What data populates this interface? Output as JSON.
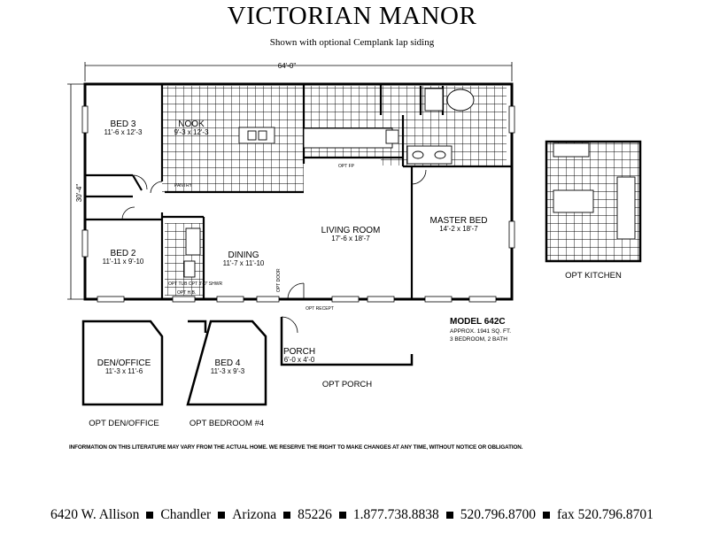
{
  "header": {
    "title": "VICTORIAN MANOR",
    "subtitle": "Shown with optional Cemplank lap siding"
  },
  "dimensions": {
    "width": "64'-0\"",
    "depth": "30'-4\""
  },
  "rooms": {
    "bed3": {
      "name": "BED 3",
      "size": "11'-6 x 12'-3"
    },
    "nook": {
      "name": "NOOK",
      "size": "9'-3 x 12'-3"
    },
    "bed2": {
      "name": "BED 2",
      "size": "11'-11 x 9'-10"
    },
    "dining": {
      "name": "DINING",
      "size": "11'-7 x 11'-10"
    },
    "living": {
      "name": "LIVING ROOM",
      "size": "17'-6 x 18'-7"
    },
    "master": {
      "name": "MASTER BED",
      "size": "14'-2 x 18'-7"
    },
    "den": {
      "name": "DEN/OFFICE",
      "size": "11'-3 x 11'-6"
    },
    "bed4": {
      "name": "BED 4",
      "size": "11'-3 x 9'-3"
    },
    "porch": {
      "name": "PORCH",
      "size": "6'-0 x 4'-0"
    }
  },
  "small_labels": {
    "opt_recept": "OPT RECEPT",
    "opt_hb": "OPT H.B.",
    "opt_tub_shwr": "OPT TUB OPT 3'-0\" SHWR",
    "opt_door": "OPT DOOR",
    "opt_fp": "OPT FP",
    "pantry": "PANTRY"
  },
  "options": {
    "kitchen": "OPT KITCHEN",
    "den": "OPT DEN/OFFICE",
    "bedroom4": "OPT BEDROOM #4",
    "porch": "OPT PORCH"
  },
  "model": {
    "number": "MODEL 642C",
    "sqft": "APPROX. 1941 SQ. FT.",
    "rooms": "3 BEDROOM, 2 BATH"
  },
  "disclaimer": "INFORMATION ON THIS LITERATURE MAY VARY FROM THE ACTUAL HOME.  WE RESERVE THE RIGHT TO MAKE CHANGES AT ANY TIME, WITHOUT NOTICE OR OBLIGATION.",
  "contact": {
    "address": "6420 W. Allison",
    "city": "Chandler",
    "state": "Arizona",
    "zip": "85226",
    "phone1": "1.877.738.8838",
    "phone2": "520.796.8700",
    "fax": "fax 520.796.8701"
  }
}
